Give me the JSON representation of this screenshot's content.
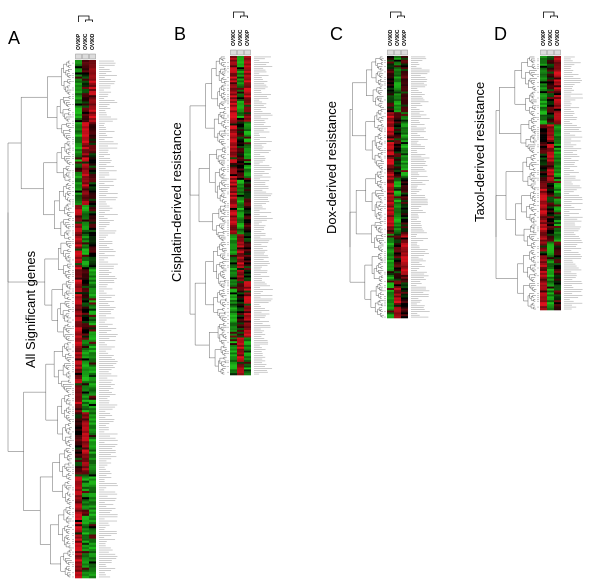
{
  "figure": {
    "colors": {
      "up": "#e0111d",
      "down": "#1fc11b",
      "neutral": "#000000",
      "dendrogram": "#555555",
      "gene_text": "#9a9a9a"
    },
    "panels": [
      {
        "letter": "A",
        "title": "All Significant genes",
        "columns": [
          "OV90P",
          "OV90C",
          "OV90D"
        ],
        "rows": 250,
        "clusters": [
          {
            "rows": 30,
            "pattern": [
              "down",
              "dark",
              "up"
            ]
          },
          {
            "rows": 40,
            "pattern": [
              "down",
              "up",
              "dark"
            ]
          },
          {
            "rows": 30,
            "pattern": [
              "up",
              "down",
              "dark"
            ]
          },
          {
            "rows": 35,
            "pattern": [
              "up",
              "dark",
              "down"
            ]
          },
          {
            "rows": 35,
            "pattern": [
              "up",
              "down",
              "down"
            ]
          },
          {
            "rows": 30,
            "pattern": [
              "dark",
              "up",
              "down"
            ]
          },
          {
            "rows": 50,
            "pattern": [
              "up",
              "down",
              "down"
            ]
          }
        ]
      },
      {
        "letter": "B",
        "title": "Cisplatin-derived resistance",
        "columns": [
          "OV90C",
          "OV90C",
          "OV90P"
        ],
        "rows": 170,
        "clusters": [
          {
            "rows": 35,
            "pattern": [
              "up",
              "down",
              "up"
            ]
          },
          {
            "rows": 30,
            "pattern": [
              "up",
              "dark",
              "down"
            ]
          },
          {
            "rows": 30,
            "pattern": [
              "up",
              "down",
              "dark"
            ]
          },
          {
            "rows": 25,
            "pattern": [
              "down",
              "up",
              "dark"
            ]
          },
          {
            "rows": 30,
            "pattern": [
              "down",
              "dark",
              "up"
            ]
          },
          {
            "rows": 20,
            "pattern": [
              "down",
              "up",
              "down"
            ]
          }
        ]
      },
      {
        "letter": "C",
        "title": "Dox-derived resistance",
        "columns": [
          "OV90D",
          "OV90C",
          "OV90P"
        ],
        "rows": 140,
        "clusters": [
          {
            "rows": 30,
            "pattern": [
              "dark",
              "down",
              "dark"
            ]
          },
          {
            "rows": 35,
            "pattern": [
              "up",
              "dark",
              "down"
            ]
          },
          {
            "rows": 30,
            "pattern": [
              "up",
              "down",
              "dark"
            ]
          },
          {
            "rows": 25,
            "pattern": [
              "down",
              "dark",
              "up"
            ]
          },
          {
            "rows": 20,
            "pattern": [
              "down",
              "up",
              "dark"
            ]
          }
        ]
      },
      {
        "letter": "D",
        "title": "Taxol-derived resistance",
        "columns": [
          "OV90P",
          "OV90C",
          "OV90D"
        ],
        "rows": 130,
        "clusters": [
          {
            "rows": 35,
            "pattern": [
              "down",
              "dark",
              "up"
            ]
          },
          {
            "rows": 30,
            "pattern": [
              "dark",
              "up",
              "down"
            ]
          },
          {
            "rows": 30,
            "pattern": [
              "up",
              "dark",
              "down"
            ]
          },
          {
            "rows": 35,
            "pattern": [
              "up",
              "down",
              "dark"
            ]
          }
        ]
      }
    ]
  }
}
